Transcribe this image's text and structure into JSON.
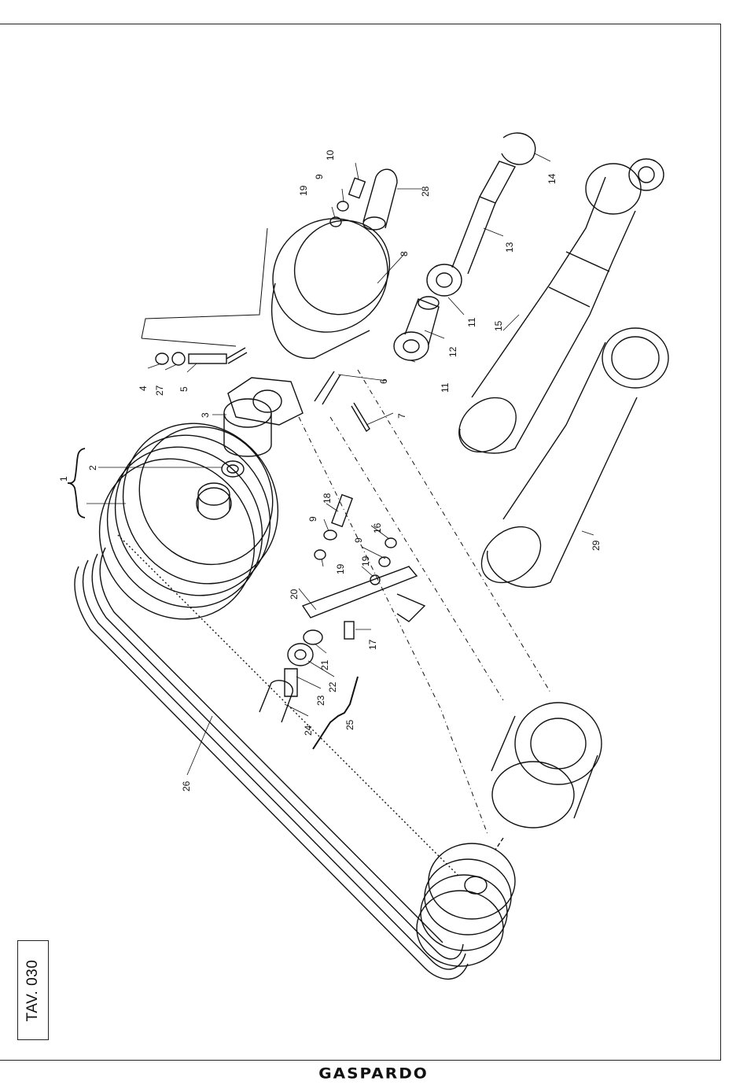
{
  "sheet": {
    "code": "TAV. 030",
    "brand": "GASPARDO"
  },
  "part_labels": [
    "1",
    "2",
    "3",
    "4",
    "5",
    "6",
    "7",
    "8",
    "9",
    "9",
    "9",
    "10",
    "11",
    "11",
    "12",
    "13",
    "14",
    "15",
    "16",
    "17",
    "18",
    "19",
    "19",
    "19",
    "20",
    "21",
    "22",
    "23",
    "24",
    "25",
    "26",
    "27",
    "28",
    "29"
  ]
}
